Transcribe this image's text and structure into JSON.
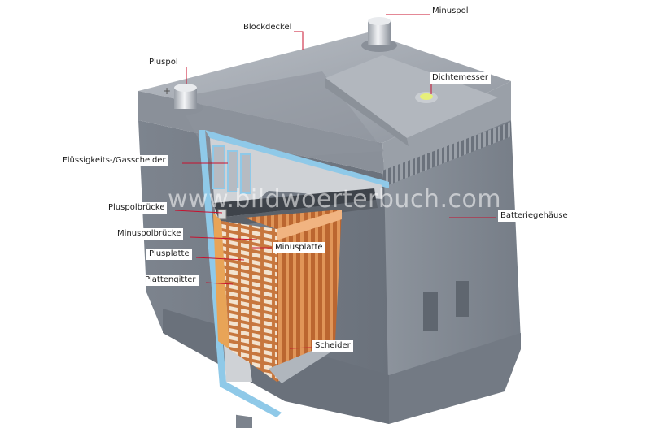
{
  "labels": {
    "blockdeckel": "Blockdeckel",
    "minuspol": "Minuspol",
    "pluspol": "Pluspol",
    "dichtemesser": "Dichtemesser",
    "fluessigkeits_gasscheider": "Flüssigkeits-/Gasscheider",
    "batteriegehaeuse": "Batteriegehäuse",
    "pluspolbruecke": "Pluspolbrücke",
    "minuspolbruecke": "Minuspolbrücke",
    "minusplatte": "Minusplatte",
    "plusplatte": "Plusplatte",
    "plattengitter": "Plattengitter",
    "scheider": "Scheider"
  },
  "watermark": "www.bildwoerterbuch.com",
  "colors": {
    "leader_line": "#c8102e",
    "housing": "#7e858f",
    "lid": "#a7adb6",
    "plates": "#c8733a",
    "plastic_blue": "#8fc9e8"
  }
}
